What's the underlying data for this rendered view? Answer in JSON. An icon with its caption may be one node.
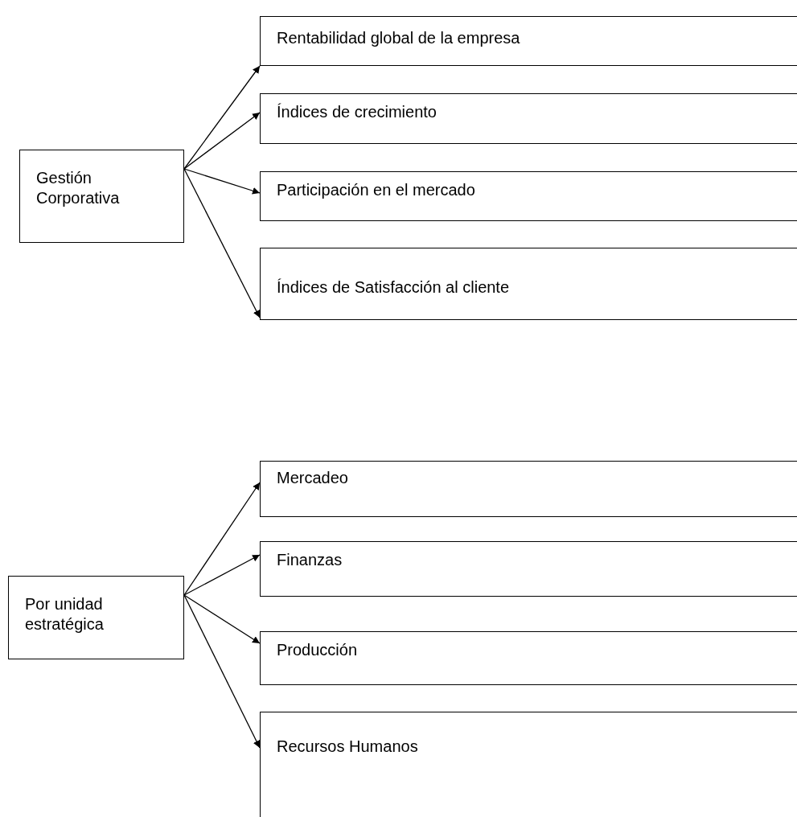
{
  "diagram": {
    "nodes": [
      {
        "text": [
          "Gestión Corporativa"
        ]
      },
      {
        "text": [
          "Rentabilidad global de la empresa"
        ]
      },
      {
        "text": [
          "Índices de crecimiento"
        ]
      },
      {
        "text": [
          "Participación en el mercado"
        ]
      },
      {
        "text": [
          "Índices de Satisfacción al cliente"
        ]
      },
      {
        "text": [
          "Por unidad estratégica"
        ]
      },
      {
        "text": [
          "Mercadeo"
        ]
      },
      {
        "text": [
          "Finanzas"
        ]
      },
      {
        "text": [
          "Producción"
        ]
      },
      {
        "text": [
          "Recursos Humanos"
        ]
      }
    ],
    "edges": [
      {
        "from": 0,
        "to": 1,
        "arrow": "to"
      },
      {
        "from": 0,
        "to": 2,
        "arrow": "to"
      },
      {
        "from": 0,
        "to": 3,
        "arrow": "to"
      },
      {
        "from": 0,
        "to": 4,
        "arrow": "to"
      },
      {
        "from": 5,
        "to": 6,
        "arrow": "to"
      },
      {
        "from": 5,
        "to": 7,
        "arrow": "to"
      },
      {
        "from": 5,
        "to": 8,
        "arrow": "to"
      },
      {
        "from": 5,
        "to": 9,
        "arrow": "to"
      }
    ]
  }
}
